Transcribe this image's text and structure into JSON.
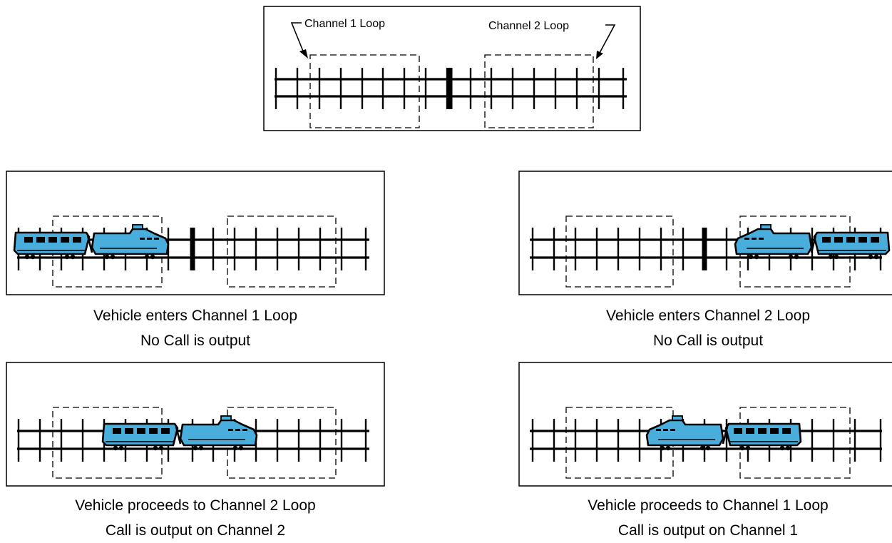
{
  "legend": {
    "channel1_label": "Channel 1 Loop",
    "channel2_label": "Channel 2 Loop"
  },
  "colors": {
    "vehicle_fill": "#4aaedc",
    "outline": "#000000",
    "background": "#ffffff"
  },
  "panels": [
    {
      "caption_line1": "Vehicle enters Channel 1 Loop",
      "caption_line2": "No Call is output",
      "direction": "right",
      "occupied_loop": "Channel 1 Loop"
    },
    {
      "caption_line1": "Vehicle enters Channel 2 Loop",
      "caption_line2": "No Call is output",
      "direction": "left",
      "occupied_loop": "Channel 2 Loop"
    },
    {
      "caption_line1": "Vehicle proceeds to Channel 2 Loop",
      "caption_line2": "Call is output on Channel 2",
      "direction": "right",
      "occupied_loop": "Channel 1 Loop and Channel 2 Loop"
    },
    {
      "caption_line1": "Vehicle proceeds to Channel 1 Loop",
      "caption_line2": "Call is output on Channel 1",
      "direction": "left",
      "occupied_loop": "Channel 1 Loop and Channel 2 Loop"
    }
  ]
}
